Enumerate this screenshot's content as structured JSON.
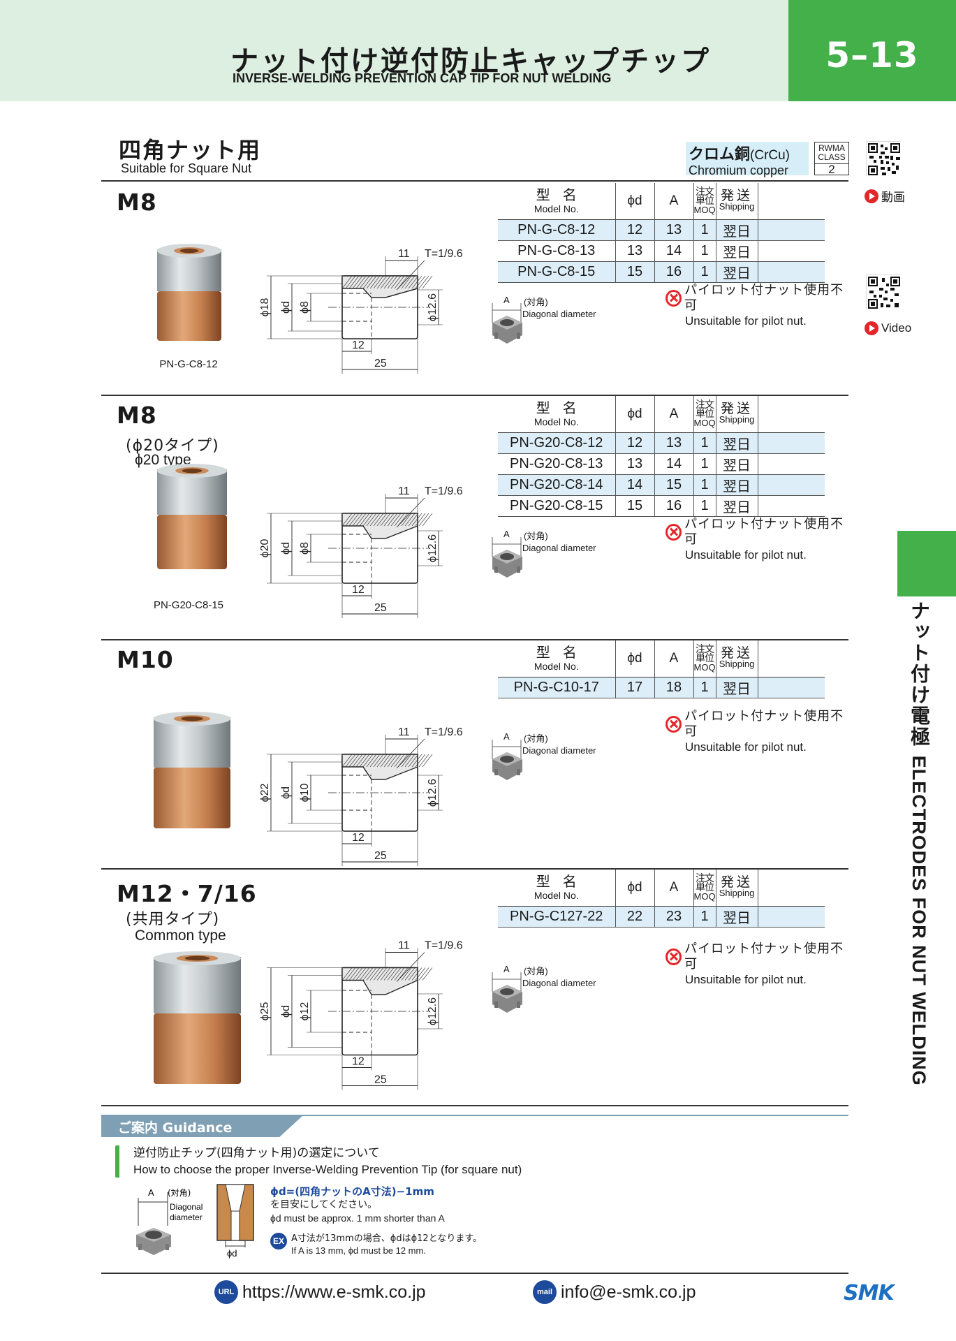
{
  "header": {
    "title_jp": "ナット付け逆付防止キャップチップ",
    "title_en": "INVERSE-WELDING PREVENTION CAP TIP FOR NUT WELDING",
    "page": "5–13"
  },
  "side": {
    "jp": "ナット付け電極",
    "en": "ELECTRODES FOR NUT WELDING"
  },
  "category": {
    "jp": "四角ナット用",
    "en": "Suitable for Square Nut"
  },
  "material": {
    "jp": "クロム銅",
    "jp_code": "(CrCu)",
    "en": "Chromium copper"
  },
  "rwma": {
    "label1": "RWMA",
    "label2": "CLASS",
    "value": "2"
  },
  "video": {
    "jp": "動画",
    "en": "Video"
  },
  "table_headers": {
    "model_jp": "型名",
    "model_en": "Model No.",
    "d": "ϕd",
    "a": "A",
    "moq_jp1": "注文",
    "moq_jp2": "単位",
    "moq_en": "MOQ",
    "ship_jp": "発送",
    "ship_en": "Shipping"
  },
  "warning": {
    "jp": "パイロット付ナット使用不可",
    "en": "Unsuitable for pilot nut."
  },
  "nut_label": {
    "a": "A",
    "jp": "(対角)",
    "en": "Diagonal diameter"
  },
  "sections": [
    {
      "title": "M8",
      "sub_jp": "",
      "sub_en": "",
      "photo_caption": "PN-G-C8-12",
      "drawing": {
        "outer": "ϕ18",
        "d": "ϕd",
        "inner": "ϕ8",
        "taper": "ϕ12.6",
        "top": "11",
        "t": "T=1/9.6",
        "len1": "12",
        "len2": "25"
      },
      "rows": [
        {
          "model": "PN-G-C8-12",
          "d": "12",
          "a": "13",
          "moq": "1",
          "ship": "翌日"
        },
        {
          "model": "PN-G-C8-13",
          "d": "13",
          "a": "14",
          "moq": "1",
          "ship": "翌日"
        },
        {
          "model": "PN-G-C8-15",
          "d": "15",
          "a": "16",
          "moq": "1",
          "ship": "翌日"
        }
      ]
    },
    {
      "title": "M8",
      "sub_jp": "(ϕ20タイプ)",
      "sub_en": "ϕ20 type",
      "photo_caption": "PN-G20-C8-15",
      "drawing": {
        "outer": "ϕ20",
        "d": "ϕd",
        "inner": "ϕ8",
        "taper": "ϕ12.6",
        "top": "11",
        "t": "T=1/9.6",
        "len1": "12",
        "len2": "25"
      },
      "rows": [
        {
          "model": "PN-G20-C8-12",
          "d": "12",
          "a": "13",
          "moq": "1",
          "ship": "翌日"
        },
        {
          "model": "PN-G20-C8-13",
          "d": "13",
          "a": "14",
          "moq": "1",
          "ship": "翌日"
        },
        {
          "model": "PN-G20-C8-14",
          "d": "14",
          "a": "15",
          "moq": "1",
          "ship": "翌日"
        },
        {
          "model": "PN-G20-C8-15",
          "d": "15",
          "a": "16",
          "moq": "1",
          "ship": "翌日"
        }
      ]
    },
    {
      "title": "M10",
      "sub_jp": "",
      "sub_en": "",
      "photo_caption": "",
      "drawing": {
        "outer": "ϕ22",
        "d": "ϕd",
        "inner": "ϕ10",
        "taper": "ϕ12.6",
        "top": "11",
        "t": "T=1/9.6",
        "len1": "12",
        "len2": "25"
      },
      "rows": [
        {
          "model": "PN-G-C10-17",
          "d": "17",
          "a": "18",
          "moq": "1",
          "ship": "翌日"
        }
      ]
    },
    {
      "title": "M12・7/16",
      "sub_jp": "(共用タイプ)",
      "sub_en": "Common type",
      "photo_caption": "",
      "drawing": {
        "outer": "ϕ25",
        "d": "ϕd",
        "inner": "ϕ12",
        "taper": "ϕ12.6",
        "top": "11",
        "t": "T=1/9.6",
        "len1": "12",
        "len2": "25"
      },
      "rows": [
        {
          "model": "PN-G-C127-22",
          "d": "22",
          "a": "23",
          "moq": "1",
          "ship": "翌日"
        }
      ]
    }
  ],
  "guidance": {
    "label": "ご案内 Guidance",
    "heading_jp": "逆付防止チップ(四角ナット用)の選定について",
    "heading_en": "How to choose the proper Inverse-Welding Prevention Tip (for square nut)",
    "formula": "ϕd=(四角ナットのA寸法)−1mm",
    "formula_jp2": "を目安にしてください。",
    "formula_en": "ϕd must be approx. 1 mm shorter than A",
    "ex_icon": "EX",
    "ex_jp": "A寸法が13mmの場合、ϕdはϕ12となります。",
    "ex_en": "If A is 13 mm, ϕd must be 12 mm.",
    "tip_label": "ϕd",
    "nut_a": "A",
    "nut_jp": "(対角)",
    "nut_en1": "Diagonal",
    "nut_en2": "diameter"
  },
  "footer": {
    "url_icon": "URL",
    "url": "https://www.e-smk.co.jp",
    "mail_icon": "mail",
    "email": "info@e-smk.co.jp",
    "logo": "SMK"
  }
}
